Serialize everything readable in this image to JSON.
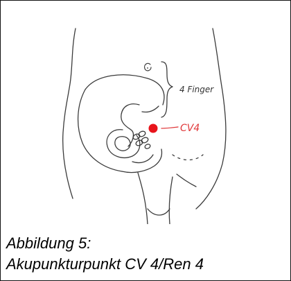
{
  "figure": {
    "annotations": {
      "finger_width_label": "4 Finger",
      "point_label": "CV4"
    },
    "caption": {
      "line1": "Abbildung 5:",
      "line2": "Akupunkturpunkt CV 4/Ren 4"
    },
    "colors": {
      "point": "#e8141b",
      "point_label": "#e0383a",
      "drawing": "#3a3a3a",
      "border": "#111111"
    },
    "icons": {
      "acupoint_marker": "red-dot-icon",
      "navel": "navel-icon",
      "measurement_brace": "curly-brace-icon"
    }
  }
}
